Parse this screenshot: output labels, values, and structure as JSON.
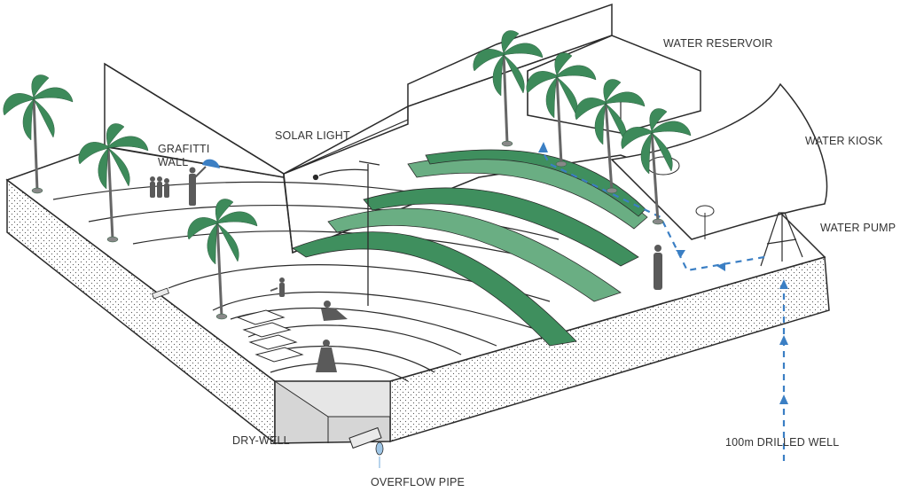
{
  "labels": {
    "graffiti_wall": "GRAFITTI WALL",
    "solar_light": "SOLAR LIGHT",
    "water_reservoir": "WATER RESERVOIR",
    "water_kiosk": "WATER KIOSK",
    "water_pump": "WATER PUMP",
    "dry_well": "DRY-WELL",
    "overflow_pipe": "OVERFLOW PIPE",
    "drilled_well": "100m  DRILLED WELL"
  },
  "colors": {
    "line": "#2b2b2b",
    "terrace_green": "#3f8f5e",
    "terrace_green_light": "#6aae83",
    "palm_green": "#3d8a5a",
    "water_flow": "#3b7fc4",
    "figure": "#5a5a5a",
    "well_grey": "#d6d6d6"
  }
}
